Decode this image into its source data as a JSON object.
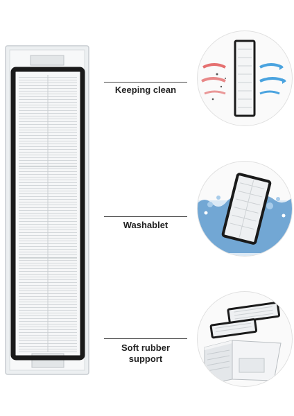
{
  "features": [
    {
      "label": "Keeping clean",
      "icon": "airflow-filter-icon"
    },
    {
      "label": "Washablet",
      "icon": "water-splash-filter-icon"
    },
    {
      "label": "Soft rubber support",
      "icon": "filter-set-icon"
    }
  ],
  "colors": {
    "frame": "#1a1a1a",
    "housing": "#e8ebee",
    "pleat": "#f2f4f5",
    "accent_red": "#e05757",
    "accent_blue": "#4aa3df",
    "water": "#4f90c8"
  }
}
